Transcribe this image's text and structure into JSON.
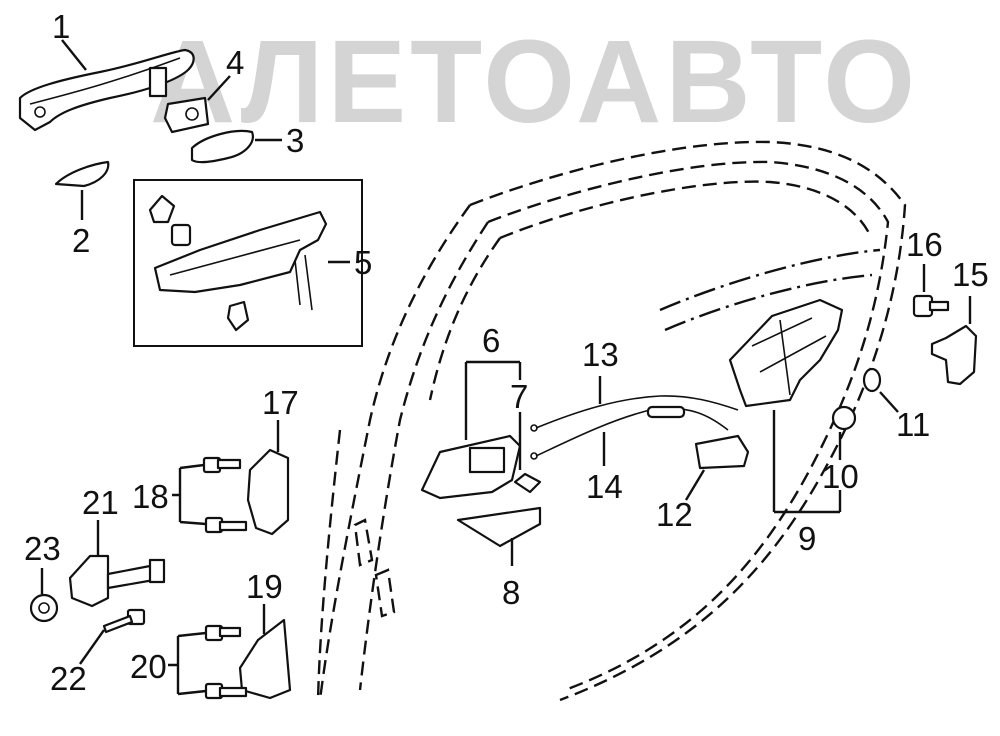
{
  "watermark": {
    "text": "АЛЕТОАВТО"
  },
  "callouts": [
    {
      "id": "1",
      "label": "1"
    },
    {
      "id": "2",
      "label": "2"
    },
    {
      "id": "3",
      "label": "3"
    },
    {
      "id": "4",
      "label": "4"
    },
    {
      "id": "5",
      "label": "5"
    },
    {
      "id": "6",
      "label": "6"
    },
    {
      "id": "7",
      "label": "7"
    },
    {
      "id": "8",
      "label": "8"
    },
    {
      "id": "9",
      "label": "9"
    },
    {
      "id": "10",
      "label": "10"
    },
    {
      "id": "11",
      "label": "11"
    },
    {
      "id": "12",
      "label": "12"
    },
    {
      "id": "13",
      "label": "13"
    },
    {
      "id": "14",
      "label": "14"
    },
    {
      "id": "15",
      "label": "15"
    },
    {
      "id": "16",
      "label": "16"
    },
    {
      "id": "17",
      "label": "17"
    },
    {
      "id": "18",
      "label": "18"
    },
    {
      "id": "19",
      "label": "19"
    },
    {
      "id": "20",
      "label": "20"
    },
    {
      "id": "21",
      "label": "21"
    },
    {
      "id": "22",
      "label": "22"
    },
    {
      "id": "23",
      "label": "23"
    }
  ]
}
